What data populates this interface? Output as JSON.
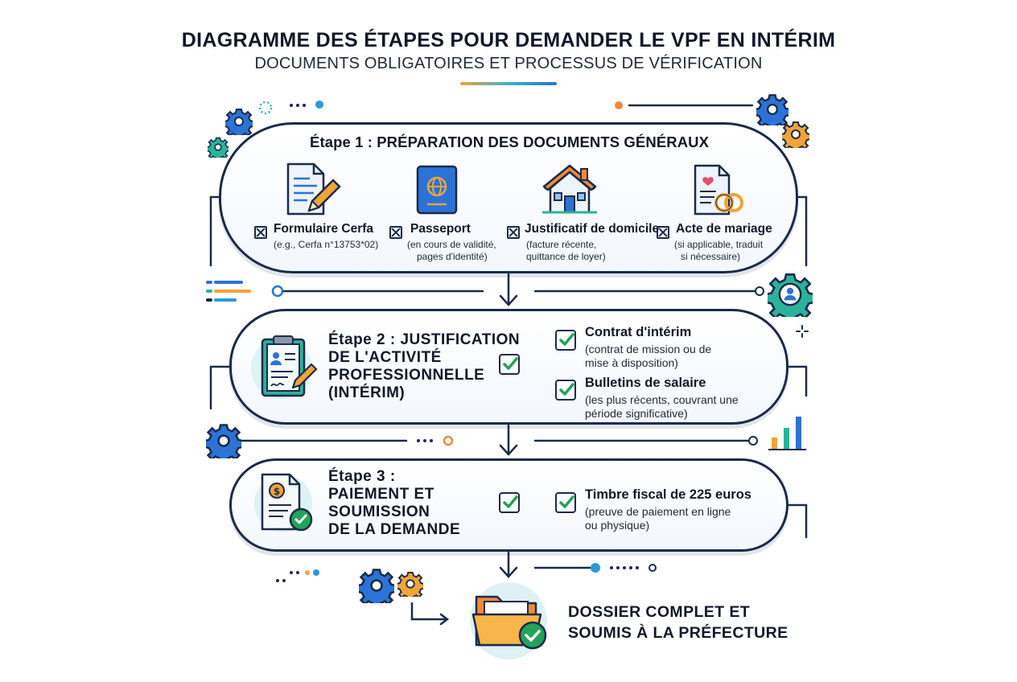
{
  "header": {
    "title": "DIAGRAMME DES ÉTAPES POUR DEMANDER LE VPF EN INTÉRIM",
    "subtitle": "DOCUMENTS OBLIGATOIRES ET PROCESSUS DE VÉRIFICATION"
  },
  "step1": {
    "heading": "Étape 1 : PRÉPARATION DES DOCUMENTS GÉNÉRAUX",
    "documents": [
      {
        "label": "Formulaire Cerfa",
        "detail": [
          "(e.g., Cerfa n°13753*02)"
        ],
        "icon": "document-pen-icon"
      },
      {
        "label": "Passeport",
        "detail": [
          "(en cours de validité,",
          "pages d'identité)"
        ],
        "icon": "passport-icon"
      },
      {
        "label": "Justificatif de domicile",
        "detail": [
          "(facture récente,",
          "quittance de loyer)"
        ],
        "icon": "house-icon"
      },
      {
        "label": "Acte de mariage",
        "detail": [
          "(si applicable, traduit",
          "si nécessaire)"
        ],
        "icon": "marriage-certificate-icon"
      }
    ]
  },
  "step2": {
    "heading_lines": [
      "Étape 2 : JUSTIFICATION",
      "DE L'ACTIVITÉ",
      "PROFESSIONNELLE",
      "(INTÉRIM)"
    ],
    "items": [
      {
        "label": "Contrat d'intérim",
        "detail": [
          "(contrat de mission ou de",
          "mise à disposition)"
        ]
      },
      {
        "label": "Bulletins de salaire",
        "detail": [
          "(les plus récents, couvrant une",
          "période significative)"
        ]
      }
    ]
  },
  "step3": {
    "heading_lines": [
      "Étape 3 :",
      "PAIEMENT ET",
      "SOUMISSION",
      "DE LA DEMANDE"
    ],
    "items": [
      {
        "label": "Timbre fiscal de 225 euros",
        "detail": [
          "(preuve de paiement en ligne",
          "ou physique)"
        ]
      }
    ]
  },
  "final": {
    "lines": [
      "DOSSIER COMPLET ET",
      "SOUMIS À LA PRÉFECTURE"
    ]
  },
  "colors": {
    "outline": "#1b2b48",
    "blue": "#2b73d6",
    "teal": "#1e9f8f",
    "orange": "#f2a33a",
    "check_green": "#22a35a"
  }
}
